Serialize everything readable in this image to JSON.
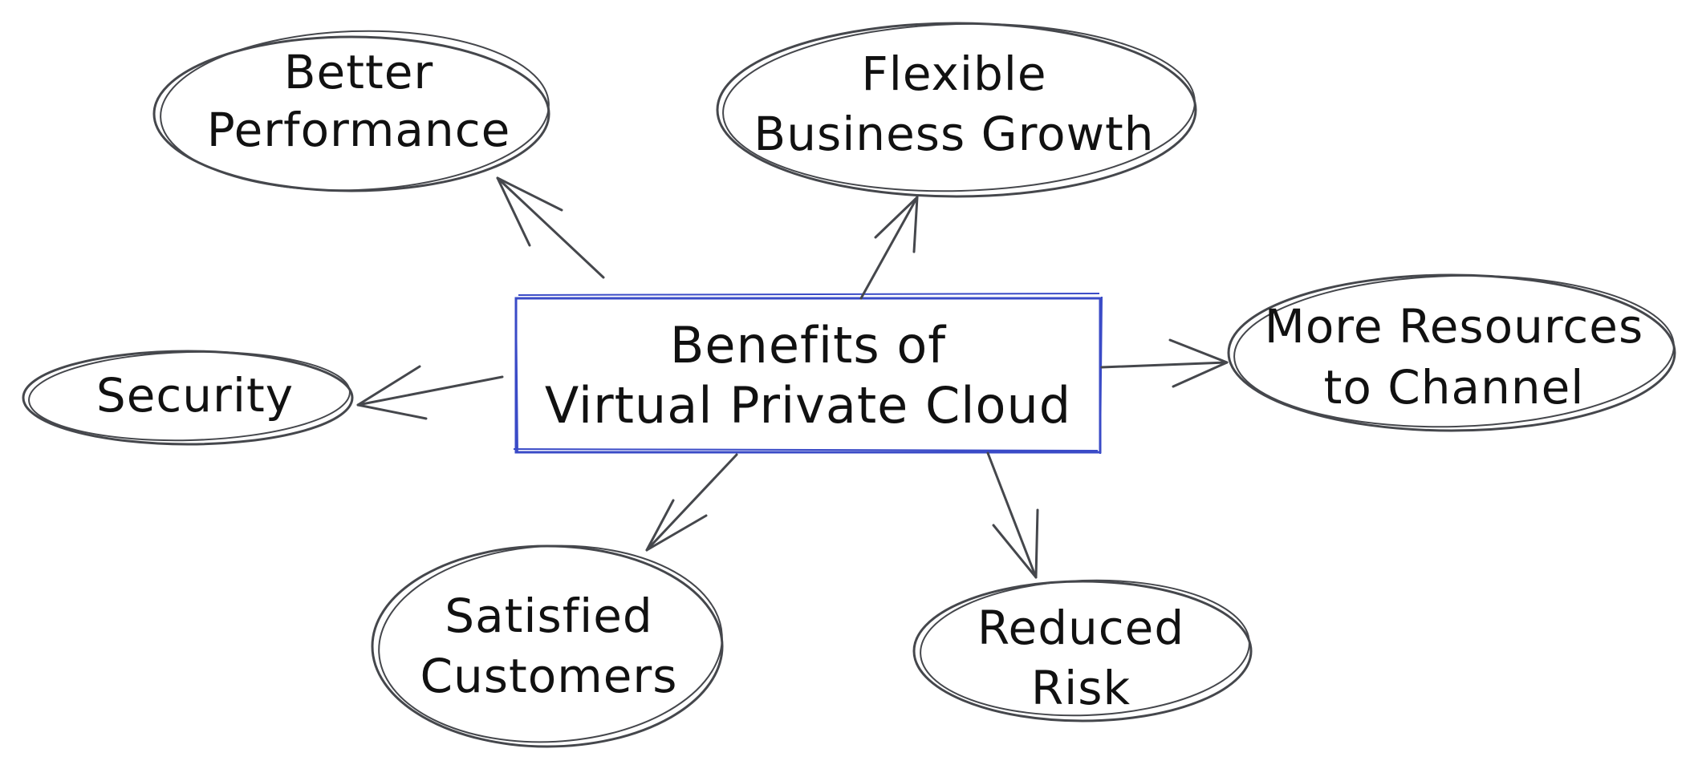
{
  "diagram": {
    "center": {
      "line1": "Benefits of",
      "line2": "Virtual Private Cloud"
    },
    "nodes": {
      "better_performance": {
        "line1": "Better",
        "line2": "Performance"
      },
      "flexible_growth": {
        "line1": "Flexible",
        "line2": "Business Growth"
      },
      "more_resources": {
        "line1": "More Resources",
        "line2": "to Channel"
      },
      "security": {
        "line1": "Security"
      },
      "satisfied_customers": {
        "line1": "Satisfied",
        "line2": "Customers"
      },
      "reduced_risk": {
        "line1": "Reduced",
        "line2": "Risk"
      }
    },
    "colors": {
      "center_border": "#3a4bc7",
      "stroke": "#45474c",
      "text": "#111111"
    }
  }
}
